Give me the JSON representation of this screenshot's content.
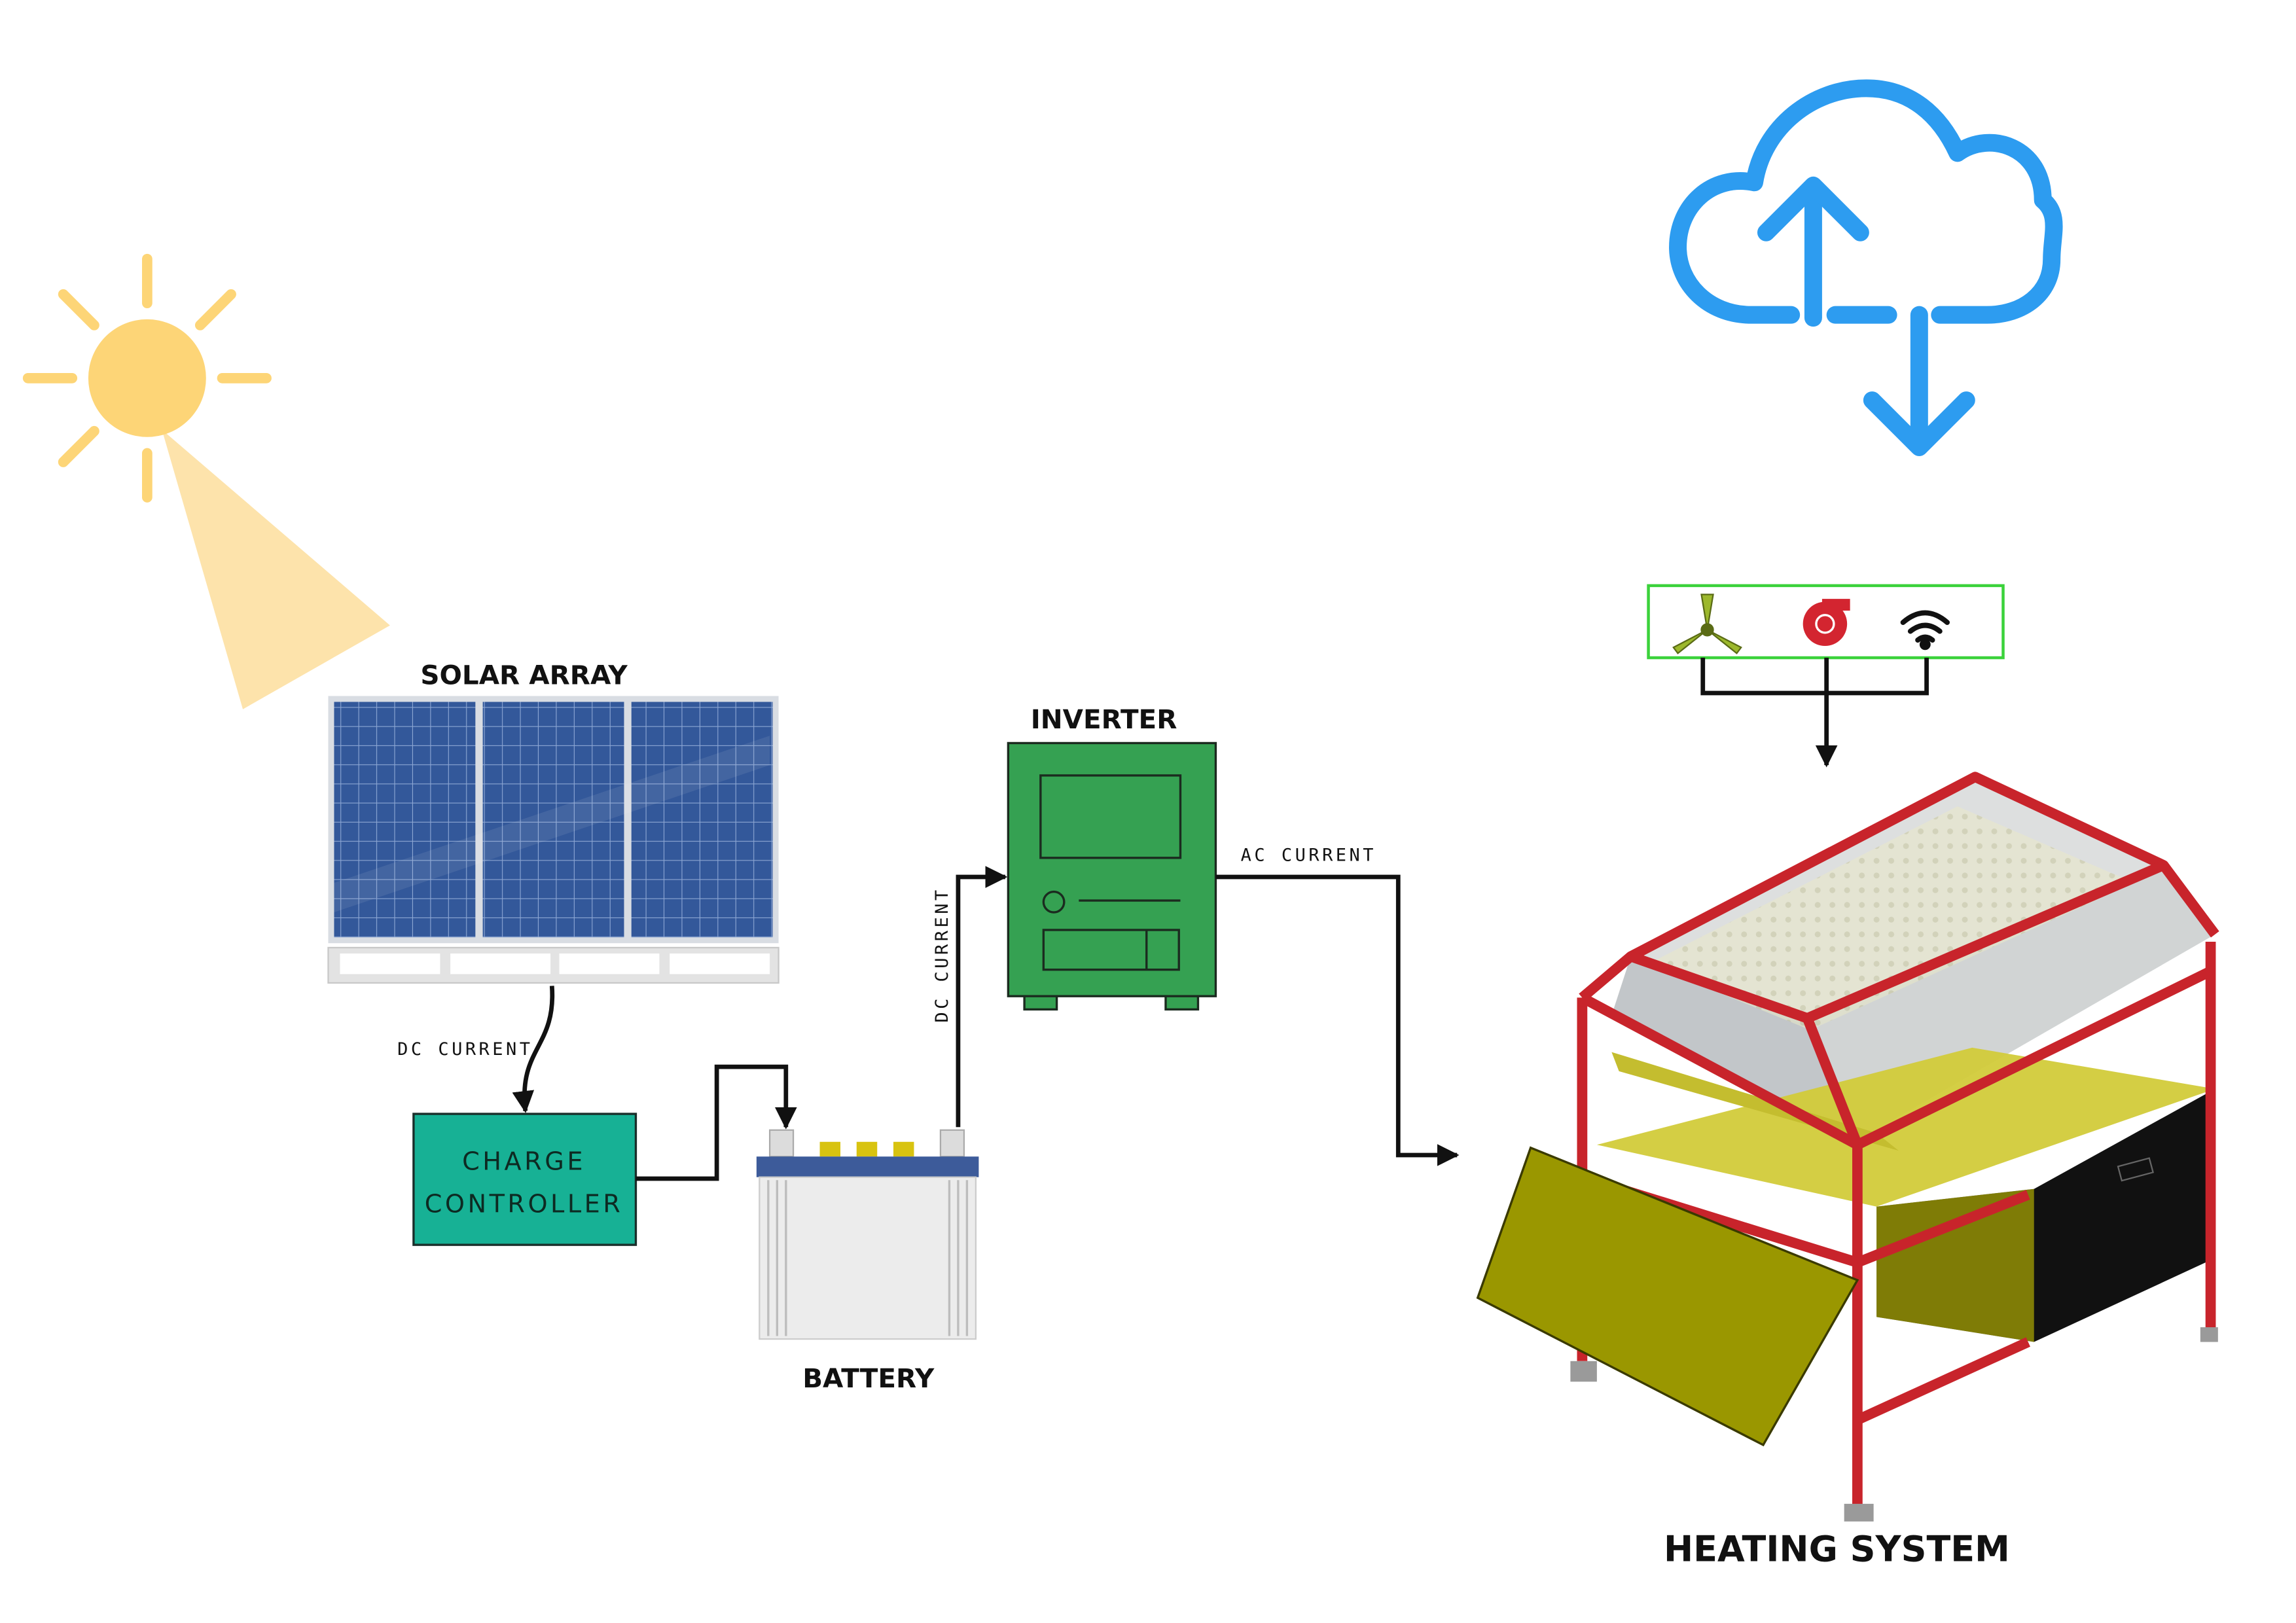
{
  "labels": {
    "solar_array": "SOLAR ARRAY",
    "inverter": "INVERTER",
    "battery": "BATTERY",
    "heating_system": "HEATING SYSTEM",
    "charge_controller_line1": "CHARGE",
    "charge_controller_line2": "CONTROLLER",
    "dc_current_solar": "DC CURRENT",
    "dc_current_battery": "DC CURRENT",
    "ac_current": "AC CURRENT"
  },
  "icons": {
    "sun": "sun-icon",
    "cloud": "cloud-sync-icon",
    "fan": "fan-icon",
    "blower": "blower-icon",
    "wifi": "wifi-icon"
  },
  "colors": {
    "sun": "#fdd577",
    "sun_beam": "#fde3ab",
    "solar_cell": "#2f5596",
    "charge_controller": "#17b195",
    "inverter": "#35a152",
    "cloud": "#2d9cf0",
    "frame_red": "#c8242b",
    "tray_yellow": "#c9c400",
    "sensor_border": "#3bd23b"
  }
}
